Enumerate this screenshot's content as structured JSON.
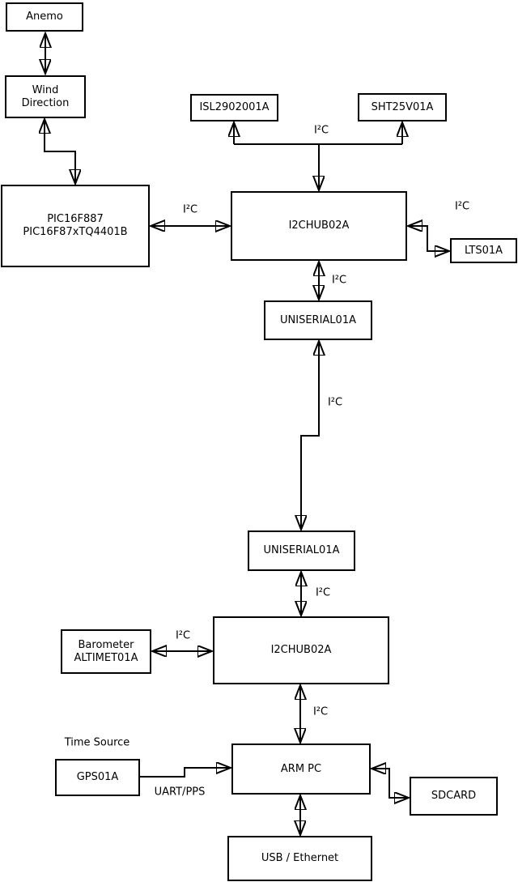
{
  "nodes": {
    "anemo": {
      "label": "Anemo"
    },
    "wind_direction": {
      "line1": "Wind",
      "line2": "Direction"
    },
    "pic": {
      "line1": "PIC16F887",
      "line2": "PIC16F87xTQ4401B"
    },
    "isl": {
      "label": "ISL2902001A"
    },
    "sht": {
      "label": "SHT25V01A"
    },
    "i2c_hub_top": {
      "label": "I2CHUB02A"
    },
    "lts": {
      "label": "LTS01A"
    },
    "uniserial_top": {
      "label": "UNISERIAL01A"
    },
    "uniserial_bottom": {
      "label": "UNISERIAL01A"
    },
    "barometer": {
      "line1": "Barometer",
      "line2": "ALTIMET01A"
    },
    "i2c_hub_bottom": {
      "label": "I2CHUB02A"
    },
    "arm_pc": {
      "label": "ARM PC"
    },
    "gps": {
      "label": "GPS01A"
    },
    "sdcard": {
      "label": "SDCARD"
    },
    "usb_ethernet": {
      "label": "USB / Ethernet"
    }
  },
  "edge_labels": {
    "bus_i2c": "I²C",
    "pic_hub_i2c": "I²C",
    "hub_lts_i2c": "I²C",
    "hub_uniserial_i2c": "I²C",
    "uniserial_link_i2c": "I²C",
    "uniserial_hub2_i2c": "I²C",
    "barometer_hub_i2c": "I²C",
    "hub2_armpc_i2c": "I²C",
    "gps_armpc_uart": "UART/PPS",
    "time_source": "Time Source"
  },
  "colors": {
    "background": "#ffffff",
    "box_fill": "#ffffff",
    "line": "#000000",
    "text": "#000000"
  }
}
